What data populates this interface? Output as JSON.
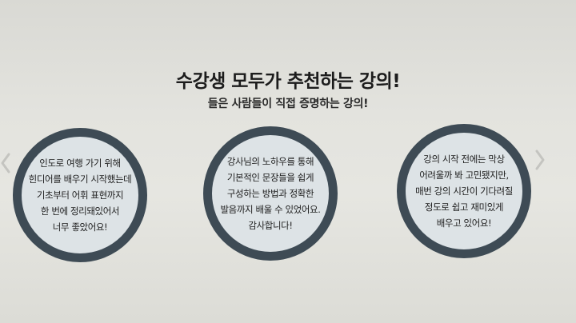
{
  "header": {
    "title": "수강생 모두가 추천하는 강의!",
    "subtitle": "들은 사람들이 직접 증명하는 강의!"
  },
  "reviews": [
    {
      "lines": [
        "인도로 여행 가기 위해",
        "힌디어를 배우기 시작했는데",
        "기초부터 어휘 표현까지",
        "한 번에 정리돼있어서",
        "너무 좋았어요!"
      ]
    },
    {
      "lines": [
        "강사님의 노하우를 통해",
        "기본적인 문장들을 쉽게",
        "구성하는 방법과 정확한",
        "발음까지 배울 수 있었어요.",
        "감사합니다!"
      ]
    },
    {
      "lines": [
        "강의 시작 전에는 막상",
        "어려울까 봐 고민됐지만,",
        "매번 강의 시간이 기다려질",
        "정도로 쉽고 재미있게",
        "배우고 있어요!"
      ]
    }
  ],
  "colors": {
    "circle_border": "#3e4b55",
    "circle_fill": "#dde3e6",
    "arrow": "#c4c4c0"
  },
  "icons": {
    "prev": "chevron-left-icon",
    "next": "chevron-right-icon"
  }
}
